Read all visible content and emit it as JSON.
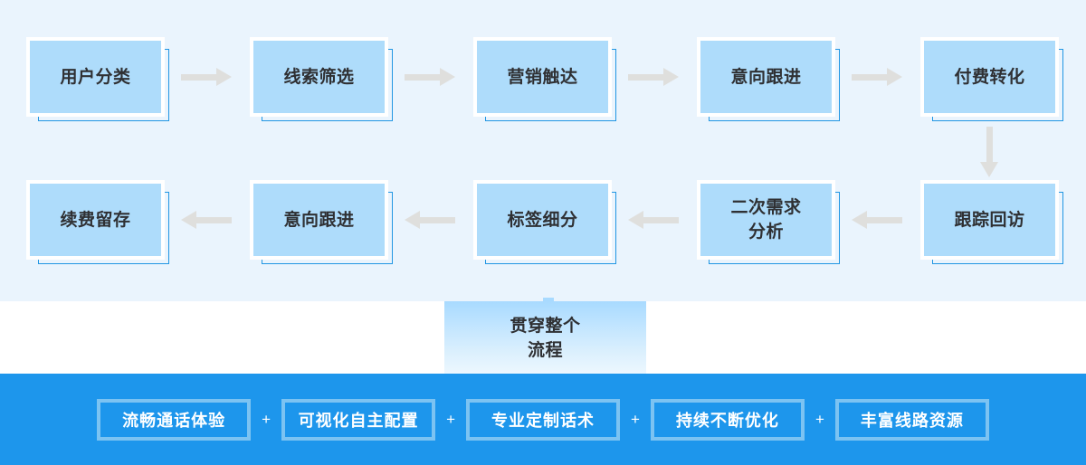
{
  "theme": {
    "panel_bg": "#eaf4fd",
    "node_fill": "#aedcfb",
    "node_outline": "#2196e3",
    "arrow_color": "#dfdfdd",
    "bar_bg": "#1d96ec",
    "pill_border": "#7cc3f2",
    "text_dark": "#2f3033",
    "text_light": "#ffffff"
  },
  "flow": {
    "row1": [
      {
        "label": "用户分类"
      },
      {
        "label": "线索筛选"
      },
      {
        "label": "营销触达"
      },
      {
        "label": "意向跟进"
      },
      {
        "label": "付费转化"
      }
    ],
    "row2": [
      {
        "label": "续费留存"
      },
      {
        "label": "意向跟进"
      },
      {
        "label": "标签细分"
      },
      {
        "label": "二次需求\n分析"
      },
      {
        "label": "跟踪回访"
      }
    ],
    "arrows": {
      "row1_direction": "right",
      "row2_direction": "left",
      "connector_direction": "down"
    }
  },
  "spanning": {
    "label": "贯穿整个\n流程"
  },
  "features": {
    "separator": "+",
    "items": [
      {
        "label": "流畅通话体验"
      },
      {
        "label": "可视化自主配置"
      },
      {
        "label": "专业定制话术"
      },
      {
        "label": "持续不断优化"
      },
      {
        "label": "丰富线路资源"
      }
    ]
  }
}
